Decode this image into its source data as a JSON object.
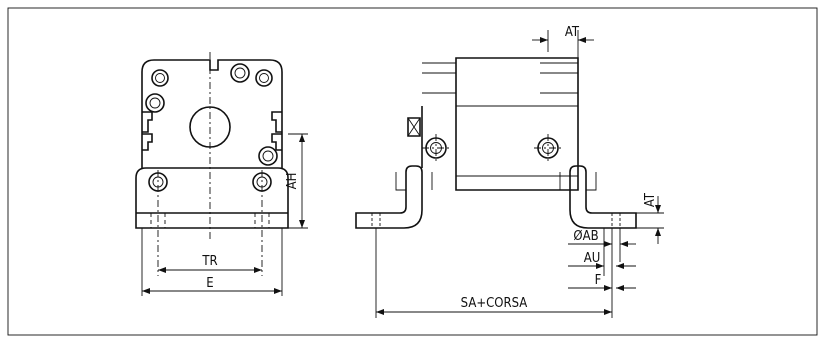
{
  "dimensions": {
    "at_top": "AT",
    "ah": "AH",
    "tr": "TR",
    "e": "E",
    "at_side": "AT",
    "oab": "ØAB",
    "au": "AU",
    "f": "F",
    "sa_corsa": "SA+CORSA"
  }
}
